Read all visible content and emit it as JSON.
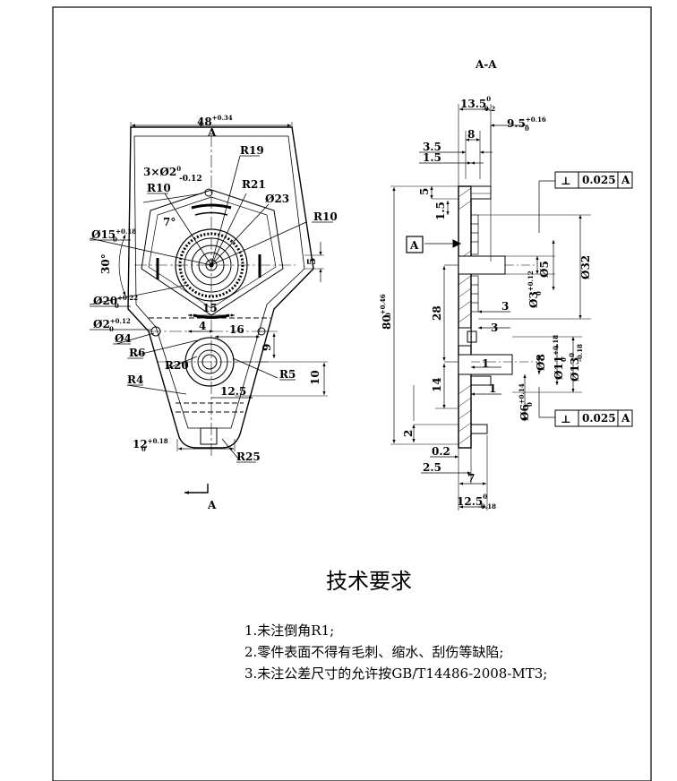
{
  "drawing": {
    "section_title": "A-A",
    "view_label_top": "A",
    "view_label_bottom": "A",
    "datum_letter": "A",
    "front_view": {
      "width_base": "48",
      "width_tol_upper": "+0.34",
      "width_tol_lower": "0",
      "holes_prefix": "3×",
      "holes_dia": "Ø2",
      "holes_tol_upper": "0",
      "holes_tol_lower": "-0.12",
      "r19": "R19",
      "r21": "R21",
      "r10_left": "R10",
      "d23": "Ø23",
      "r10_right": "R10",
      "angle7": "7°",
      "d15_base": "Ø15",
      "d15_tol_upper": "+0.18",
      "d15_tol_lower": "0",
      "angle30": "30°",
      "dim5": "5",
      "d20_base": "Ø20",
      "d20_tol_upper": "+0.22",
      "d20_tol_lower": "0",
      "dim15": "15",
      "d2_base": "Ø2",
      "d2_tol_upper": "+0.12",
      "d2_tol_lower": "0",
      "dim4": "4",
      "dim16": "16",
      "d4": "Ø4",
      "r6": "R6",
      "dim9": "9",
      "r20": "R20",
      "r5": "R5",
      "r4": "R4",
      "dim10": "10",
      "dim12_5": "12.5",
      "w12_base": "12",
      "w12_tol_upper": "+0.18",
      "w12_tol_lower": "0",
      "r25": "R25"
    },
    "section_view": {
      "top_width": "13.5",
      "top_tol_upper": "0",
      "top_tol_lower": "-0.2",
      "dim8": "8",
      "dim9_5": "9.5",
      "dim9_5_tol_upper": "+0.16",
      "dim9_5_tol_lower": "0",
      "dim3_5": "3.5",
      "dim1_5_top": "1.5",
      "dim5_left": "5",
      "dim1_5_left": "1.5",
      "height80": "80",
      "height80_tol_upper": "+0.46",
      "height80_tol_lower": "0",
      "dim28": "28",
      "dim14": "14",
      "dim2": "2",
      "dim3_a": "3",
      "dim3_b": "3",
      "dim1_a": "1",
      "dim1_b": "1",
      "d5": "Ø5",
      "d32": "Ø32",
      "d3_base": "Ø3",
      "d3_tol_upper": "+0.12",
      "d3_tol_lower": "0",
      "d8": "Ø8",
      "d11_base": "Ø11",
      "d11_tol_upper": "+0.18",
      "d11_tol_lower": "0",
      "d13_base": "Ø13",
      "d13_tol_upper": "0",
      "d13_tol_lower": "-0.18",
      "d6_base": "Ø6",
      "d6_tol_upper": "+0.14",
      "d6_tol_lower": "0",
      "dim0_2": "0.2",
      "dim2_5": "2.5",
      "dim7": "7",
      "bottom_width": "12.5",
      "bottom_tol_upper": "0",
      "bottom_tol_lower": "-0.18"
    },
    "gdt_top": {
      "symbol": "⊥",
      "value": "0.025",
      "datum": "A"
    },
    "gdt_bottom": {
      "symbol": "⊥",
      "value": "0.025",
      "datum": "A"
    }
  },
  "requirements": {
    "title": "技术要求",
    "items": [
      "1.未注倒角R1;",
      "2.零件表面不得有毛刺、缩水、刮伤等缺陷;",
      "3.未注公差尺寸的允许按GB/T14486-2008-MT3;"
    ]
  }
}
